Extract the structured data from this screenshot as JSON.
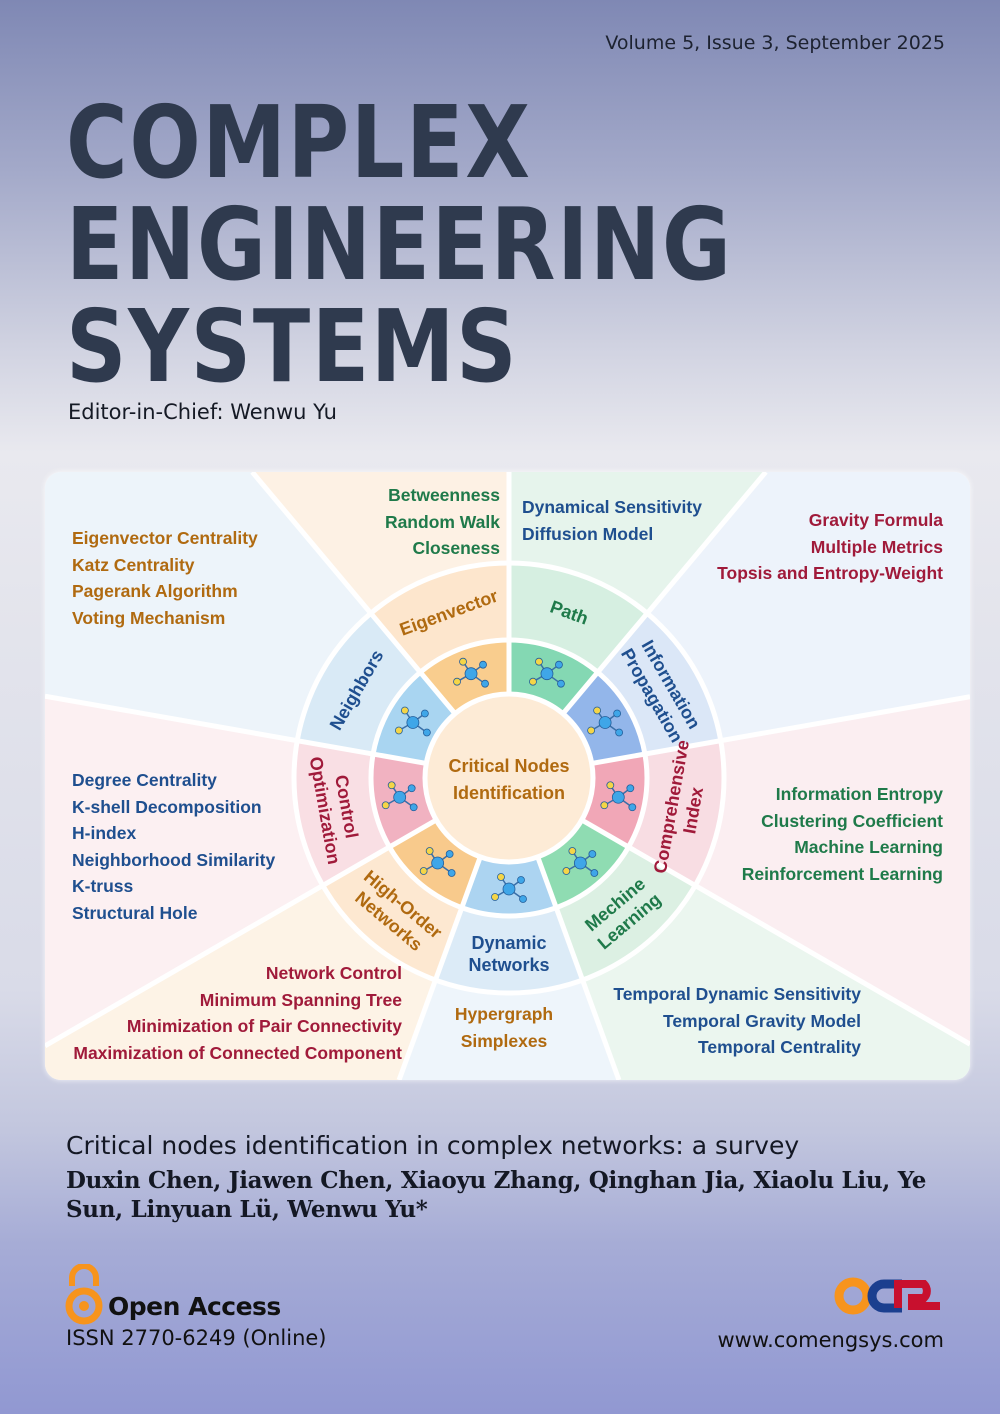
{
  "issue": "Volume 5, Issue 3, September 2025",
  "title_lines": [
    "COMPLEX",
    "ENGINEERING",
    "SYSTEMS"
  ],
  "editor": "Editor-in-Chief: Wenwu Yu",
  "figure": {
    "center": [
      "Critical Nodes",
      "Identification"
    ],
    "sectors": [
      {
        "id": "path",
        "label": [
          "Path"
        ],
        "color": "#1f7a4a",
        "outer": "#e6f4ec",
        "mid": "#d6efe1",
        "inner": "#84d8b3"
      },
      {
        "id": "info",
        "label": [
          "Information",
          "Propagation"
        ],
        "color": "#1f4f8f",
        "outer": "#edf3fb",
        "mid": "#dbe7f7",
        "inner": "#93b6ea"
      },
      {
        "id": "comp",
        "label": [
          "Comprehensive",
          "Index"
        ],
        "color": "#a01a3a",
        "outer": "#fbeef1",
        "mid": "#f8dde3",
        "inner": "#f1a7b7"
      },
      {
        "id": "ml",
        "label": [
          "Mechine",
          "Learning"
        ],
        "color": "#1f7a4a",
        "outer": "#ebf6ef",
        "mid": "#dcf0e3",
        "inner": "#8fdcb2"
      },
      {
        "id": "dyn",
        "label": [
          "Dynamic",
          "Networks"
        ],
        "color": "#1f4f8f",
        "outer": "#eef5fb",
        "mid": "#dcebf7",
        "inner": "#acd4f1"
      },
      {
        "id": "ho",
        "label": [
          "High-Order",
          "Networks"
        ],
        "color": "#b06a10",
        "outer": "#fdf3e6",
        "mid": "#fde8d1",
        "inner": "#f8ca8c"
      },
      {
        "id": "ctrl",
        "label": [
          "Control",
          "Optimization"
        ],
        "color": "#a01a3a",
        "outer": "#fcf0f2",
        "mid": "#f9dfe4",
        "inner": "#f1b2c1"
      },
      {
        "id": "nb",
        "label": [
          "Neighbors"
        ],
        "color": "#1f4f8f",
        "outer": "#edf4fa",
        "mid": "#d9eaf6",
        "inner": "#a9d5f1"
      },
      {
        "id": "eig",
        "label": [
          "Eigenvector"
        ],
        "color": "#b06a10",
        "outer": "#fdf1e4",
        "mid": "#fde6cd",
        "inner": "#f9cd8e"
      }
    ],
    "lists": {
      "path": [
        "Betweenness",
        "Random Walk",
        "Closeness"
      ],
      "info": [
        "Dynamical Sensitivity",
        "Diffusion Model"
      ],
      "comp": [
        "Gravity Formula",
        "Multiple Metrics",
        "Topsis and Entropy-Weight"
      ],
      "ml": [
        "Information Entropy",
        "Clustering Coefficient",
        "Machine Learning",
        "Reinforcement Learning"
      ],
      "dyn": [
        "Temporal Dynamic Sensitivity",
        "Temporal Gravity Model",
        "Temporal Centrality"
      ],
      "ho": [
        "Hypergraph",
        "Simplexes"
      ],
      "ctrl": [
        "Network Control",
        "Minimum Spanning Tree",
        "Minimization of Pair Connectivity",
        "Maximization of Connected Component"
      ],
      "nb": [
        "Degree Centrality",
        "K-shell Decomposition",
        "H-index",
        "Neighborhood Similarity",
        "K-truss",
        "Structural Hole"
      ],
      "eig": [
        "Eigenvector Centrality",
        "Katz Centrality",
        "Pagerank Algorithm",
        "Voting Mechanism"
      ]
    }
  },
  "article_title": "Critical nodes identification in complex networks: a survey",
  "authors": "Duxin Chen, Jiawen Chen, Xiaoyu Zhang, Qinghan Jia, Xiaolu Liu, Ye Sun, Linyuan Lü, Wenwu Yu*",
  "open_access": "Open Access",
  "issn": "ISSN 2770-6249 (Online)",
  "publisher_logo": "oae",
  "website": "www.comengsys.com",
  "colors": {
    "title": "#2f3a4e",
    "oa_orange": "#f7941d",
    "oae_blue": "#1b3f8f",
    "oae_red": "#c8102e"
  }
}
